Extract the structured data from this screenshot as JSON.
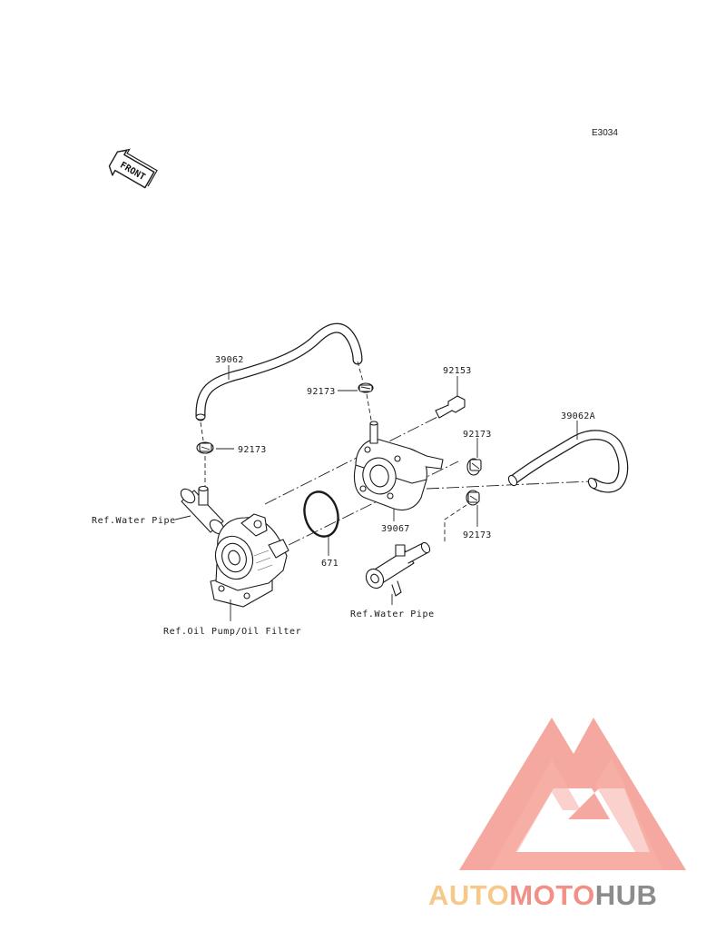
{
  "diagram_code": "E3034",
  "front_label": "FRONT",
  "parts": {
    "hose_39062": "39062",
    "clamp_92173_top": "92173",
    "clamp_92173_left": "92173",
    "bolt_92153": "92153",
    "clamp_92173_right_top": "92173",
    "hose_39062A": "39062A",
    "cooler_39067": "39067",
    "clamp_92173_right_bottom": "92173",
    "oring_671": "671"
  },
  "references": {
    "water_pipe_left": "Ref.Water Pipe",
    "water_pipe_right": "Ref.Water Pipe",
    "oil_pump_filter": "Ref.Oil Pump/Oil Filter"
  },
  "watermark": {
    "part1": "AUTO",
    "part2": "MOTO",
    "part3": "HUB",
    "colors": {
      "auto": "#f6c98a",
      "moto": "#f28f86",
      "hub": "#8c8c8c",
      "logo": "#f4a39a"
    }
  }
}
